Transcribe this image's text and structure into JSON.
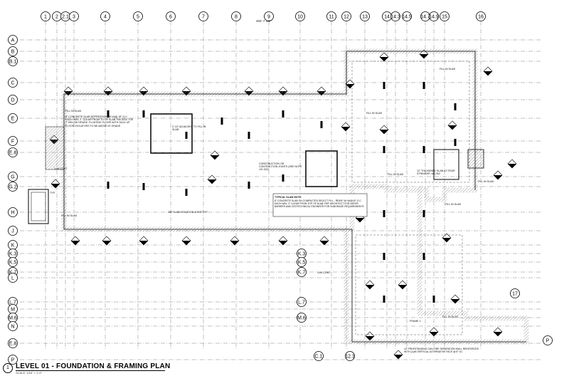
{
  "title": "LEVEL 01 - FOUNDATION & FRAMING PLAN",
  "title_number": "1",
  "scale_text": "SCALE: 1/16\" = 1'-0\"",
  "grid_columns": [
    "1",
    "2",
    "2.1",
    "3",
    "4",
    "5",
    "6",
    "7",
    "8",
    "9",
    "10",
    "11",
    "12",
    "13",
    "14",
    "14.3",
    "14.5",
    "14.7",
    "14.9",
    "15",
    "16"
  ],
  "grid_rows": [
    "A",
    "B",
    "B.1",
    "C",
    "D",
    "E",
    "F",
    "E.8",
    "G",
    "G.2",
    "H",
    "J",
    "K",
    "K.3",
    "K.5",
    "K.7",
    "L",
    "L.7",
    "M",
    "M.6",
    "N",
    "E.8",
    "P"
  ],
  "extra_bubbles": [
    "17",
    "12.1",
    "C.1"
  ],
  "dimension_total": "494'-7 1/2\"",
  "notes": {
    "fill_in_slab": "FILL IN SLAB",
    "slab_depression": "8\" CONCRETE SLAB DEPRESSION W/ #4@ 18\" O.C. EACH WAY, 2\" CLEAR FROM TO OF SLAB. RECESS TOS 7\" BELOW GRADE. FLOATING FLOOR WITH JACK UP FLOOR ISOLATORS TO BE ABOVE AT GRADE",
    "slab_isolation_joint": "3/8\" SLAB ISOLATION JOINT TYP.",
    "adjacent_fill": "2'-10\" ADJACENT TO FILL IN SLAB",
    "construction_joints": "CONSTRUCTION OR CONTRACTION JOINTS (SEE NOTE 1/S-302)",
    "thickened_slab": "12\" THICKENED SLAB AT STAIR STRINGER, 6/S-302",
    "typical_slab_note_title": "TYPICAL SLAB NOTE:",
    "typical_slab_note": "8\" CONCRETE SLAB ON COMPACTED SELECT FILL - REINF. W/ #4@18\" O.C. EACH WAY. 2\" CLEAR FROM TOP OF SLAB. REF ARCHITECT FOR VAPOR BARRIER AND GEOTECHNICAL ENGINEER FOR SUBGRADE REQUIREMENTS",
    "cmu_wall": "12\" FREESTANDING CMU FIRE SEPARATION WALL REINFORCED WITH (1)#6 VERTICAL ALTERNATIVE FACE @ 8\" OC",
    "frame": "FRAME 1",
    "cont_1": "1-#4 CONT",
    "typ": "TYP"
  },
  "colors": {
    "line": "#000000",
    "grid": "#555555",
    "hatch": "#7a7a7a"
  }
}
